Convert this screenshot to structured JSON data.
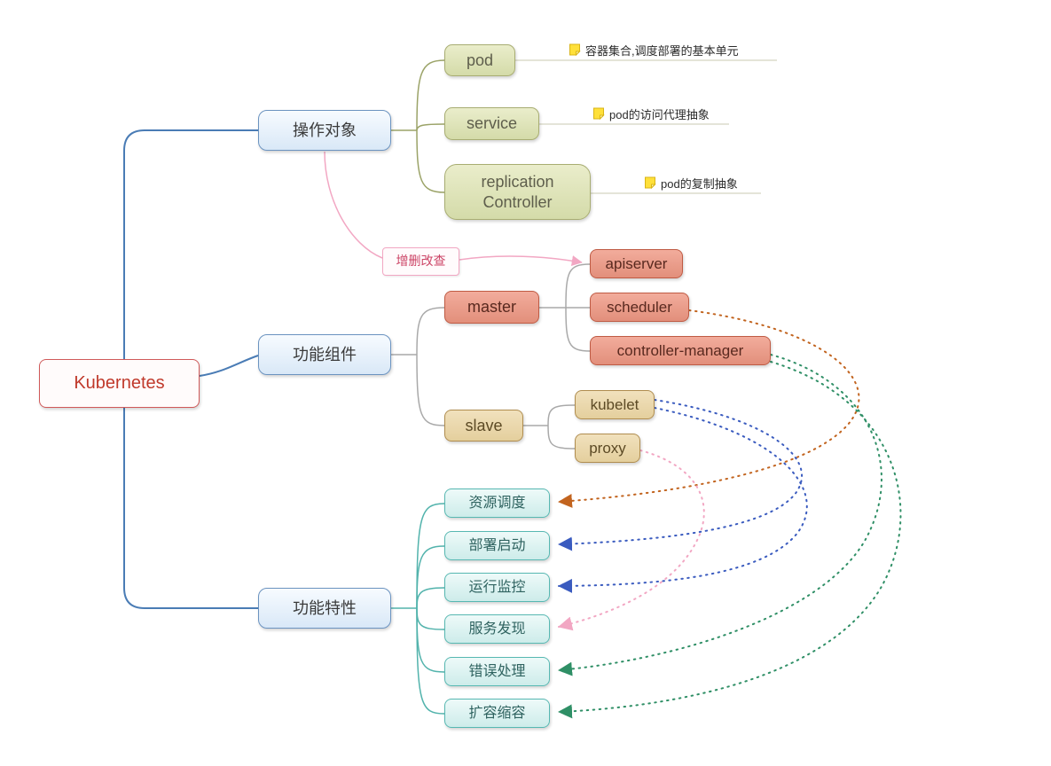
{
  "root": {
    "label": "Kubernetes"
  },
  "branches": [
    {
      "label": "操作对象"
    },
    {
      "label": "功能组件"
    },
    {
      "label": "功能特性"
    }
  ],
  "objects": [
    {
      "label": "pod",
      "note": "容器集合,调度部署的基本单元"
    },
    {
      "label": "service",
      "note": "pod的访问代理抽象"
    },
    {
      "label": "replication Controller",
      "note": "pod的复制抽象"
    }
  ],
  "crud_label": "增删改查",
  "master": {
    "label": "master"
  },
  "master_children": [
    {
      "label": "apiserver"
    },
    {
      "label": "scheduler"
    },
    {
      "label": "controller-manager"
    }
  ],
  "slave": {
    "label": "slave"
  },
  "slave_children": [
    {
      "label": "kubelet"
    },
    {
      "label": "proxy"
    }
  ],
  "features": [
    {
      "label": "资源调度"
    },
    {
      "label": "部署启动"
    },
    {
      "label": "运行监控"
    },
    {
      "label": "服务发现"
    },
    {
      "label": "错误处理"
    },
    {
      "label": "扩容缩容"
    }
  ],
  "colors": {
    "root_border": "#d05a5a",
    "branch_border": "#6b93c0",
    "objects_accent": "#a8ad72",
    "master_accent": "#bf5b44",
    "slave_accent": "#b08d4f",
    "features_accent": "#57b8b2",
    "crud_accent": "#f2a7c3",
    "arc_orange": "#c2641f",
    "arc_blue": "#3a5bbf",
    "arc_pink": "#f2a7c3",
    "arc_green": "#2f8f66",
    "note_icon": "#ffe03a"
  }
}
